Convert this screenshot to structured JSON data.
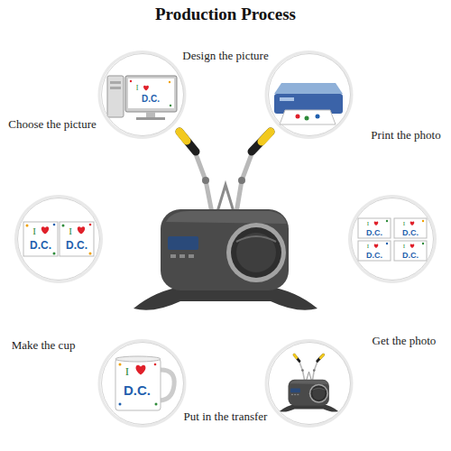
{
  "diagram": {
    "title": "Production Process",
    "nodes": [
      {
        "text": [
          "Design the picture"
        ]
      },
      {
        "text": [
          "Print the photo"
        ]
      },
      {
        "text": [
          "Get the photo"
        ]
      },
      {
        "text": [
          "Put in the transfer"
        ]
      },
      {
        "text": [
          "Make the cup"
        ]
      },
      {
        "text": [
          "Choose the picture"
        ]
      }
    ],
    "edges": [
      {
        "from": 0,
        "to": 1,
        "arrow": "to"
      },
      {
        "from": 1,
        "to": 2,
        "arrow": "to"
      },
      {
        "from": 2,
        "to": 3,
        "arrow": "to"
      },
      {
        "from": 3,
        "to": 4,
        "arrow": "to"
      },
      {
        "from": 4,
        "to": 5,
        "arrow": "to"
      },
      {
        "from": 5,
        "to": 0,
        "arrow": "to"
      }
    ],
    "labels": [
      "I",
      "D.C.",
      "I",
      "D.C.",
      "I",
      "D.C.",
      "I",
      "D.C.",
      "I",
      "D.C.",
      "I",
      "D.C.",
      "I",
      "D.C.",
      "I",
      "D.C."
    ]
  }
}
